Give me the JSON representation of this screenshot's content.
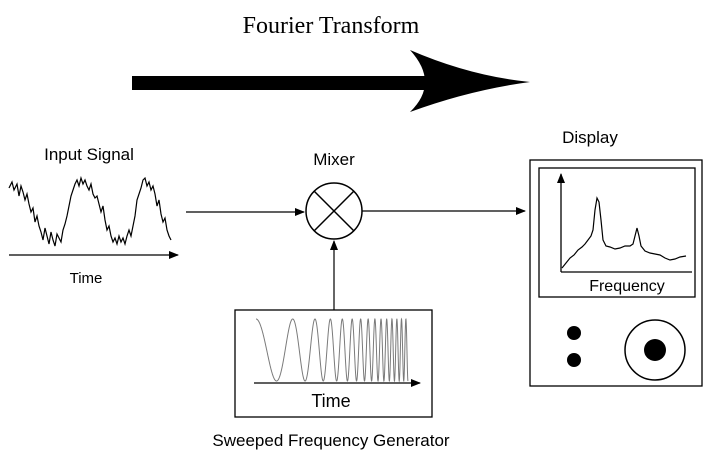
{
  "header": {
    "title": "Fourier Transform"
  },
  "input": {
    "label": "Input Signal",
    "axis_label": "Time"
  },
  "mixer": {
    "label": "Mixer"
  },
  "display": {
    "label": "Display",
    "axis_label": "Frequency"
  },
  "generator": {
    "axis_label": "Time",
    "label": "Sweeped Frequency Generator"
  },
  "icons": [
    "mixer-symbol-icon",
    "display-knob-icon",
    "display-button-icon"
  ],
  "colors": {
    "ink": "#000000",
    "wave": "#7a7a7a",
    "background": "#ffffff"
  }
}
